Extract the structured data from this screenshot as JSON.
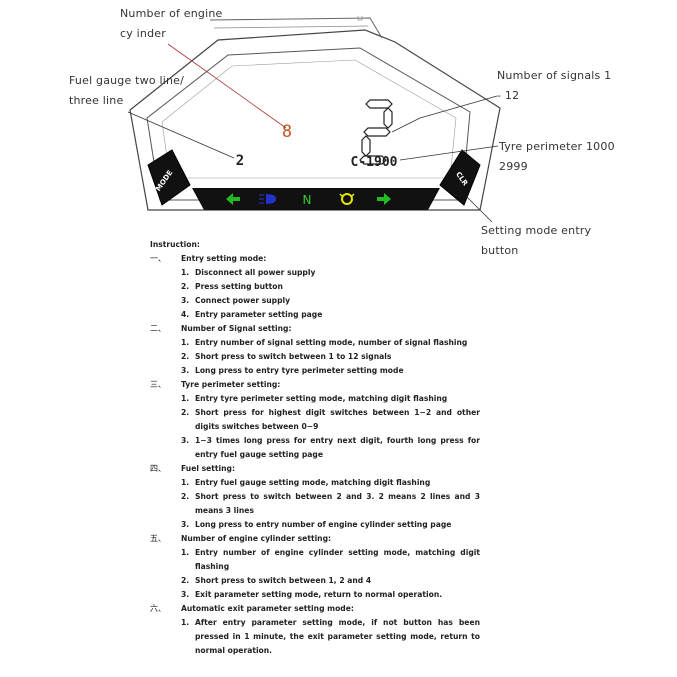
{
  "callouts": {
    "engine_cylinder": [
      "Number of engine",
      "cy inder"
    ],
    "fuel_gauge": [
      "Fuel gauge two line/",
      "three line"
    ],
    "signals": [
      "Number of signals 1",
      "- 12"
    ],
    "tyre": [
      "Tyre perimeter 1000",
      "2999"
    ],
    "setting_button": [
      "Setting mode entry",
      "button"
    ]
  },
  "dashboard": {
    "mode_label": "MODE",
    "clr_label": "CLR",
    "gear_digit": "2",
    "cylinder_digit": "8",
    "fuel_digit": "2",
    "tyre_readout": "C-1900",
    "indicator_n": "N",
    "colors": {
      "left_arrow": "#22bb22",
      "headlight": "#2233cc",
      "neutral": "#33cc33",
      "hazard": "#e6e600",
      "right_arrow": "#22bb22",
      "cylinder_digit": "#cc5522"
    }
  },
  "instructions": {
    "title": "Instruction:",
    "sections": [
      {
        "num": "一、",
        "heading": "Entry setting mode:",
        "items": [
          {
            "n": "1.",
            "text": "Disconnect all power supply"
          },
          {
            "n": "2.",
            "text": "Press setting button"
          },
          {
            "n": "3.",
            "text": "Connect power supply"
          },
          {
            "n": "4.",
            "text": "Entry parameter setting page"
          }
        ]
      },
      {
        "num": "二、",
        "heading": "Number of Signal setting:",
        "items": [
          {
            "n": "1.",
            "text": "Entry number of signal setting mode, number of signal flashing"
          },
          {
            "n": "2.",
            "text": "Short press to switch between 1 to 12 signals"
          },
          {
            "n": "3.",
            "text": "Long press to entry tyre perimeter setting mode"
          }
        ]
      },
      {
        "num": "三、",
        "heading": "Tyre perimeter setting:",
        "items": [
          {
            "n": "1.",
            "text": "Entry tyre perimeter setting mode, matching digit flashing"
          },
          {
            "n": "2.",
            "text": "Short press for highest digit switches between 1−2 and other digits switches between 0−9"
          },
          {
            "n": "3.",
            "text": "1−3 times long press for entry next digit, fourth long press for entry fuel gauge setting page"
          }
        ]
      },
      {
        "num": "四、",
        "heading": "Fuel setting:",
        "items": [
          {
            "n": "1.",
            "text": "Entry fuel gauge setting mode, matching digit flashing"
          },
          {
            "n": "2.",
            "text": "Short press to switch between 2 and 3. 2 means 2 lines and 3 means 3 lines"
          },
          {
            "n": "3.",
            "text": "Long press to entry number of engine cylinder setting page"
          }
        ]
      },
      {
        "num": "五、",
        "heading": "Number of engine cylinder setting:",
        "items": [
          {
            "n": "1.",
            "text": "Entry number of engine cylinder setting mode, matching digit flashing"
          },
          {
            "n": "2.",
            "text": "Short press to switch between 1, 2 and 4"
          },
          {
            "n": "3.",
            "text": "Exit parameter setting mode, return to normal operation."
          }
        ]
      },
      {
        "num": "六、",
        "heading": "Automatic exit parameter setting mode:",
        "items": [
          {
            "n": "1.",
            "text": "After entry parameter setting mode, if not button has been pressed in 1 minute, the exit parameter setting mode, return to normal operation."
          }
        ]
      }
    ]
  }
}
